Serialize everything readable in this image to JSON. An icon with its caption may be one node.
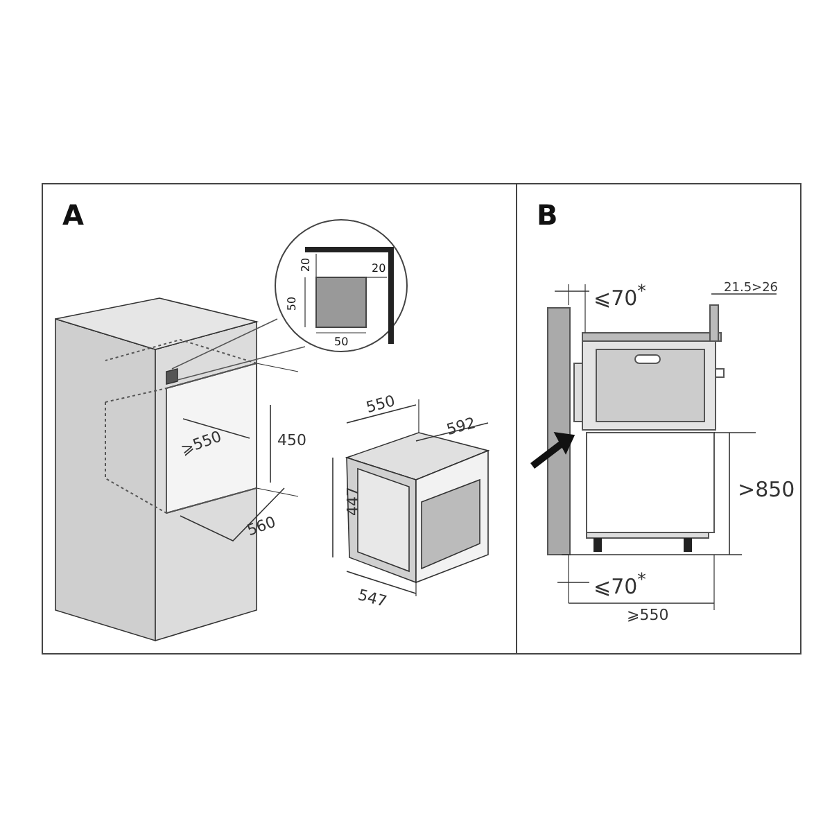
{
  "diagram": {
    "nodes": [
      {
        "text": [
          "A"
        ]
      },
      {
        "text": [
          "B"
        ]
      },
      {
        "text": [
          "20",
          "20",
          "50",
          "50"
        ],
        "in": 0
      }
    ],
    "labels": [
      "⩾550",
      "450",
      "560",
      "550",
      "592",
      "447",
      "547",
      "⩽70$^{*}$",
      "21.5>26",
      ">850",
      "⩽70$^{*}$",
      "⩾550"
    ]
  }
}
